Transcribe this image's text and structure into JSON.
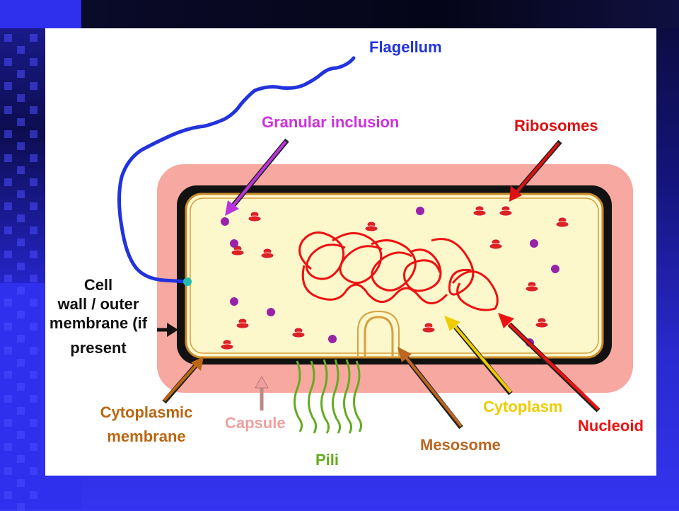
{
  "labels": {
    "flagellum": "Flagellum",
    "granular_inclusion": "Granular inclusion",
    "ribosomes": "Ribosomes",
    "cell_wall": [
      "Cell",
      "wall / outer",
      "membrane (if",
      "present"
    ],
    "cytoplasmic_membrane": [
      "Cytoplasmic",
      "membrane"
    ],
    "capsule": "Capsule",
    "pili": "Pili",
    "mesosome": "Mesosome",
    "cytoplasm": "Cytoplasm",
    "nucleoid": "Nucleoid"
  },
  "colors": {
    "flagellum": "#2233dd",
    "granular_inclusion": "#cc33dd",
    "ribosomes": "#dd1111",
    "cell_wall": "#000000",
    "cytoplasmic_membrane": "#bb6611",
    "capsule": "#f0a0a0",
    "pili": "#66aa22",
    "mesosome": "#bb6622",
    "cytoplasm": "#eecc00",
    "nucleoid": "#ee1111",
    "cytoplasm_fill": "#fdf8cc",
    "granule_fill": "#9922aa"
  }
}
